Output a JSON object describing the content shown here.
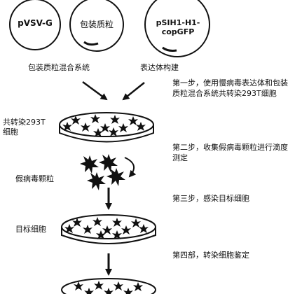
{
  "plasmids": {
    "p1": "pVSV-G",
    "p2": "包装质粒",
    "p3": "pSIH1-H1-copGFP"
  },
  "captions": {
    "packaging_mix": "包装质粒混合系统",
    "expression_build": "表达体构建"
  },
  "labels": {
    "cotransfect": "共转染293T\n细胞",
    "virus": "假病毒颗粒",
    "target": "目标细胞"
  },
  "steps": {
    "step1": "第一步，使用慢病毒表达体和包装质粒混合系统共转染293T细胞",
    "step2": "第二步，收集假病毒颗粒进行滴度测定",
    "step3": "第三步，感染目标细胞",
    "step4": "第四部，转染细胞鉴定"
  }
}
